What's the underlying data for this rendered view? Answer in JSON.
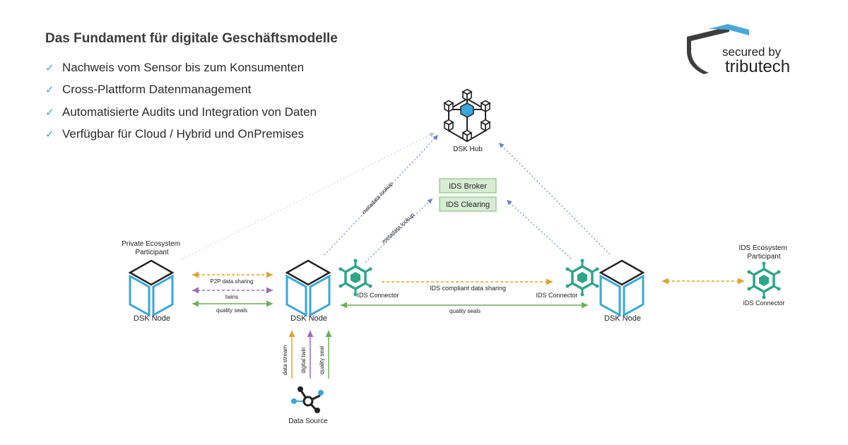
{
  "header": {
    "title": "Das Fundament für digitale Geschäftsmodelle",
    "bullets": [
      "Nachweis vom Sensor bis zum Konsumenten",
      "Cross-Plattform Datenmanagement",
      "Automatisierte Audits und Integration von Daten",
      "Verfügbar für Cloud / Hybrid und OnPremises"
    ]
  },
  "logo": {
    "line1": "secured by",
    "line2": "tributech"
  },
  "diagram": {
    "hub_label": "DSK Hub",
    "broker_label": "IDS Broker",
    "clearing_label": "IDS Clearing",
    "private_participant": "Private Ecosystem Participant",
    "private_participant_lines": [
      "Private Ecosystem",
      "Participant"
    ],
    "ids_participant": "IDS Ecosystem Participant",
    "ids_participant_lines": [
      "IDS Ecosystem",
      "Participant"
    ],
    "node_left_label": "DSK Node",
    "node_center_label": "DSK Node",
    "node_right_label": "DSK Node",
    "connector_center_label": "IDS Connector",
    "connector_right_label": "IDS Connector",
    "connector_far_label": "IDS Connector",
    "p2p_label": "P2P data sharing",
    "twins_label": "twins",
    "quality_seals_left": "quality seals",
    "ids_sharing_label": "IDS compliant data sharing",
    "quality_seals_center": "quality seals",
    "metadata_lookup_1": "metadata lookup",
    "metadata_lookup_2": "metadata lookup",
    "data_stream_label": "data stream",
    "digital_twin_label": "digital twin",
    "quality_seal_label": "quality seal",
    "data_source_label": "Data Source",
    "colors": {
      "orange": "#e0a22c",
      "purple": "#9b6bbd",
      "green": "#6fad5a",
      "blue_dotted": "#6d86c7",
      "cube_blue": "#3aa6d9",
      "connector_teal": "#2fa489",
      "box_fill": "#d6ecd3",
      "box_border": "#7cb86d"
    }
  }
}
